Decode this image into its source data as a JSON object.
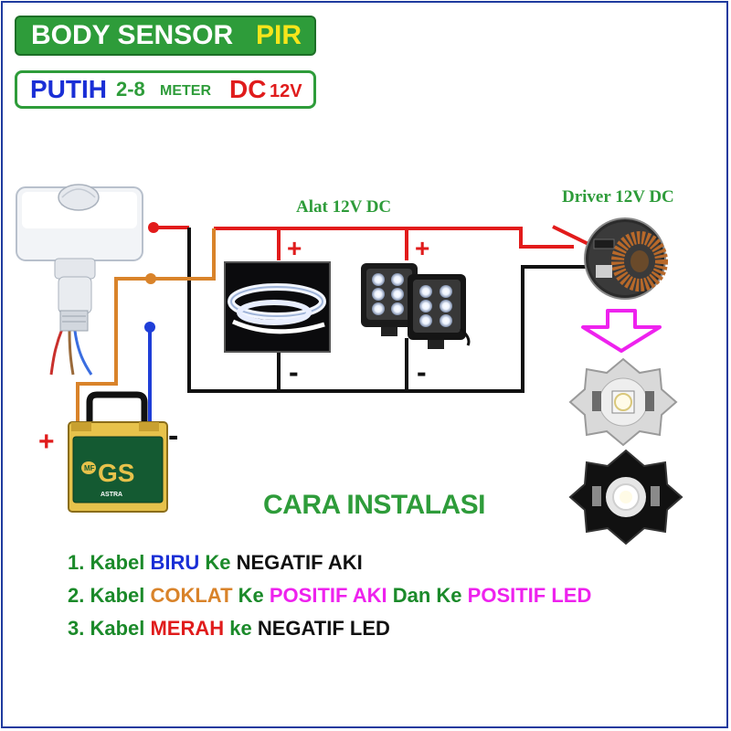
{
  "header": {
    "badge1_left": "BODY SENSOR",
    "badge1_right": "PIR",
    "badge2_color": "PUTIH",
    "badge2_range": "2-8",
    "badge2_unit": "METER",
    "badge2_dc": "DC",
    "badge2_volt": "12V"
  },
  "labels": {
    "load_title": "Alat 12V DC",
    "driver_title": "Driver 12V DC",
    "plus": "+",
    "minus": "-",
    "battery_brand": "GS",
    "battery_mf": "MF",
    "battery_maker": "ASTRA"
  },
  "instructions": {
    "title": "CARA INSTALASI",
    "steps": [
      {
        "prefix": "1. Kabel ",
        "c1": "BIRU",
        "mid": " Ke ",
        "c2": "NEGATIF AKI",
        "mid2": "",
        "c3": ""
      },
      {
        "prefix": "2. Kabel ",
        "c1": "COKLAT",
        "mid": " Ke ",
        "c2": "POSITIF AKI",
        "mid2": " Dan Ke ",
        "c3": "POSITIF LED"
      },
      {
        "prefix": "3. Kabel ",
        "c1": "MERAH",
        "mid": " ke ",
        "c2": "NEGATIF LED",
        "mid2": "",
        "c3": ""
      }
    ]
  },
  "colors": {
    "green": "#2e9c3a",
    "blue": "#1a2fd6",
    "red": "#e01c1c",
    "brown": "#d9832a",
    "magenta": "#ee22ee",
    "black": "#111111",
    "wire_red": "#e21b1b",
    "wire_black": "#111111",
    "wire_brown": "#d9832a",
    "wire_blue": "#1f3ed8"
  }
}
